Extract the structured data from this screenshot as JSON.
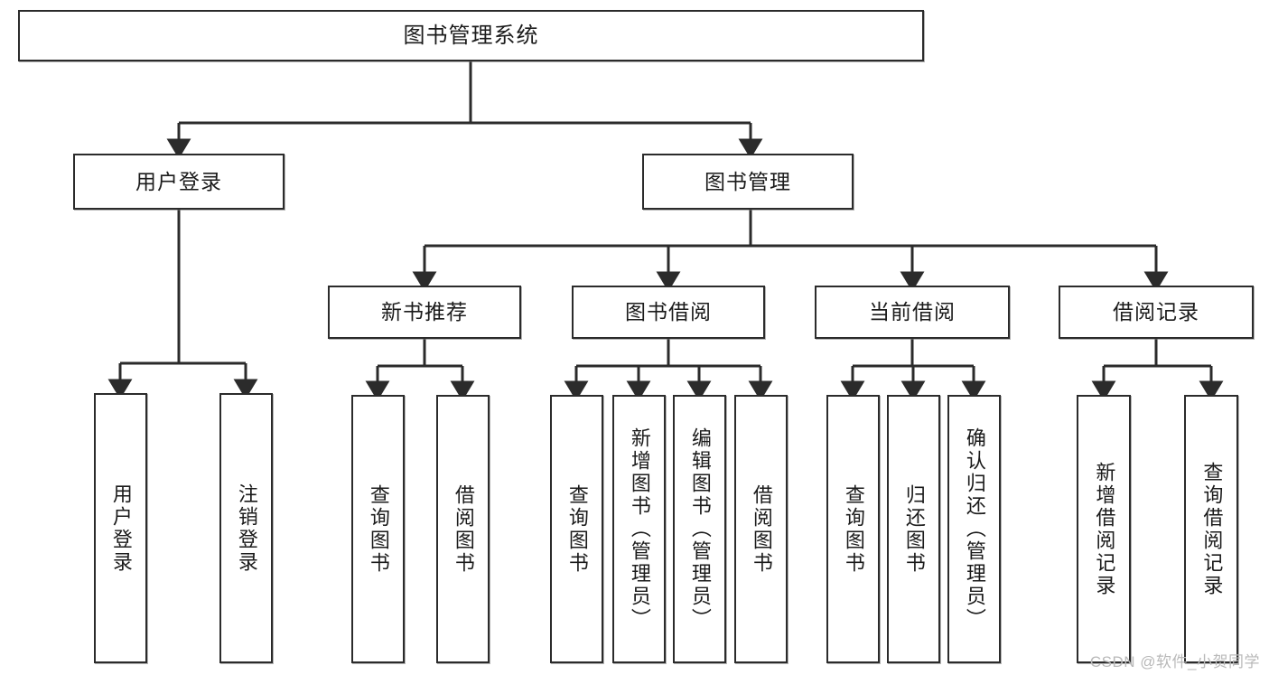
{
  "diagram": {
    "title": "图书管理系统",
    "watermark": "CSDN @软件_小贺同学",
    "colors": {
      "stroke": "#2b2b2b",
      "fill": "#ffffff",
      "text": "#1b1b1b",
      "watermark": "#b9b9b9"
    },
    "root": {
      "label": "图书管理系统"
    },
    "level2": [
      {
        "label": "用户登录"
      },
      {
        "label": "图书管理"
      }
    ],
    "level3": [
      {
        "label": "新书推荐"
      },
      {
        "label": "图书借阅"
      },
      {
        "label": "当前借阅"
      },
      {
        "label": "借阅记录"
      }
    ],
    "leaves": {
      "user_login": [
        {
          "label": "用户登录"
        },
        {
          "label": "注销登录"
        }
      ],
      "new_book_recommend": [
        {
          "label": "查询图书"
        },
        {
          "label": "借阅图书"
        }
      ],
      "book_borrow": [
        {
          "label": "查询图书"
        },
        {
          "label": "新增图书（管理员）"
        },
        {
          "label": "编辑图书（管理员）"
        },
        {
          "label": "借阅图书"
        }
      ],
      "current_borrow": [
        {
          "label": "查询图书"
        },
        {
          "label": "归还图书"
        },
        {
          "label": "确认归还（管理员）"
        }
      ],
      "borrow_record": [
        {
          "label": "新增借阅记录"
        },
        {
          "label": "查询借阅记录"
        }
      ]
    }
  }
}
